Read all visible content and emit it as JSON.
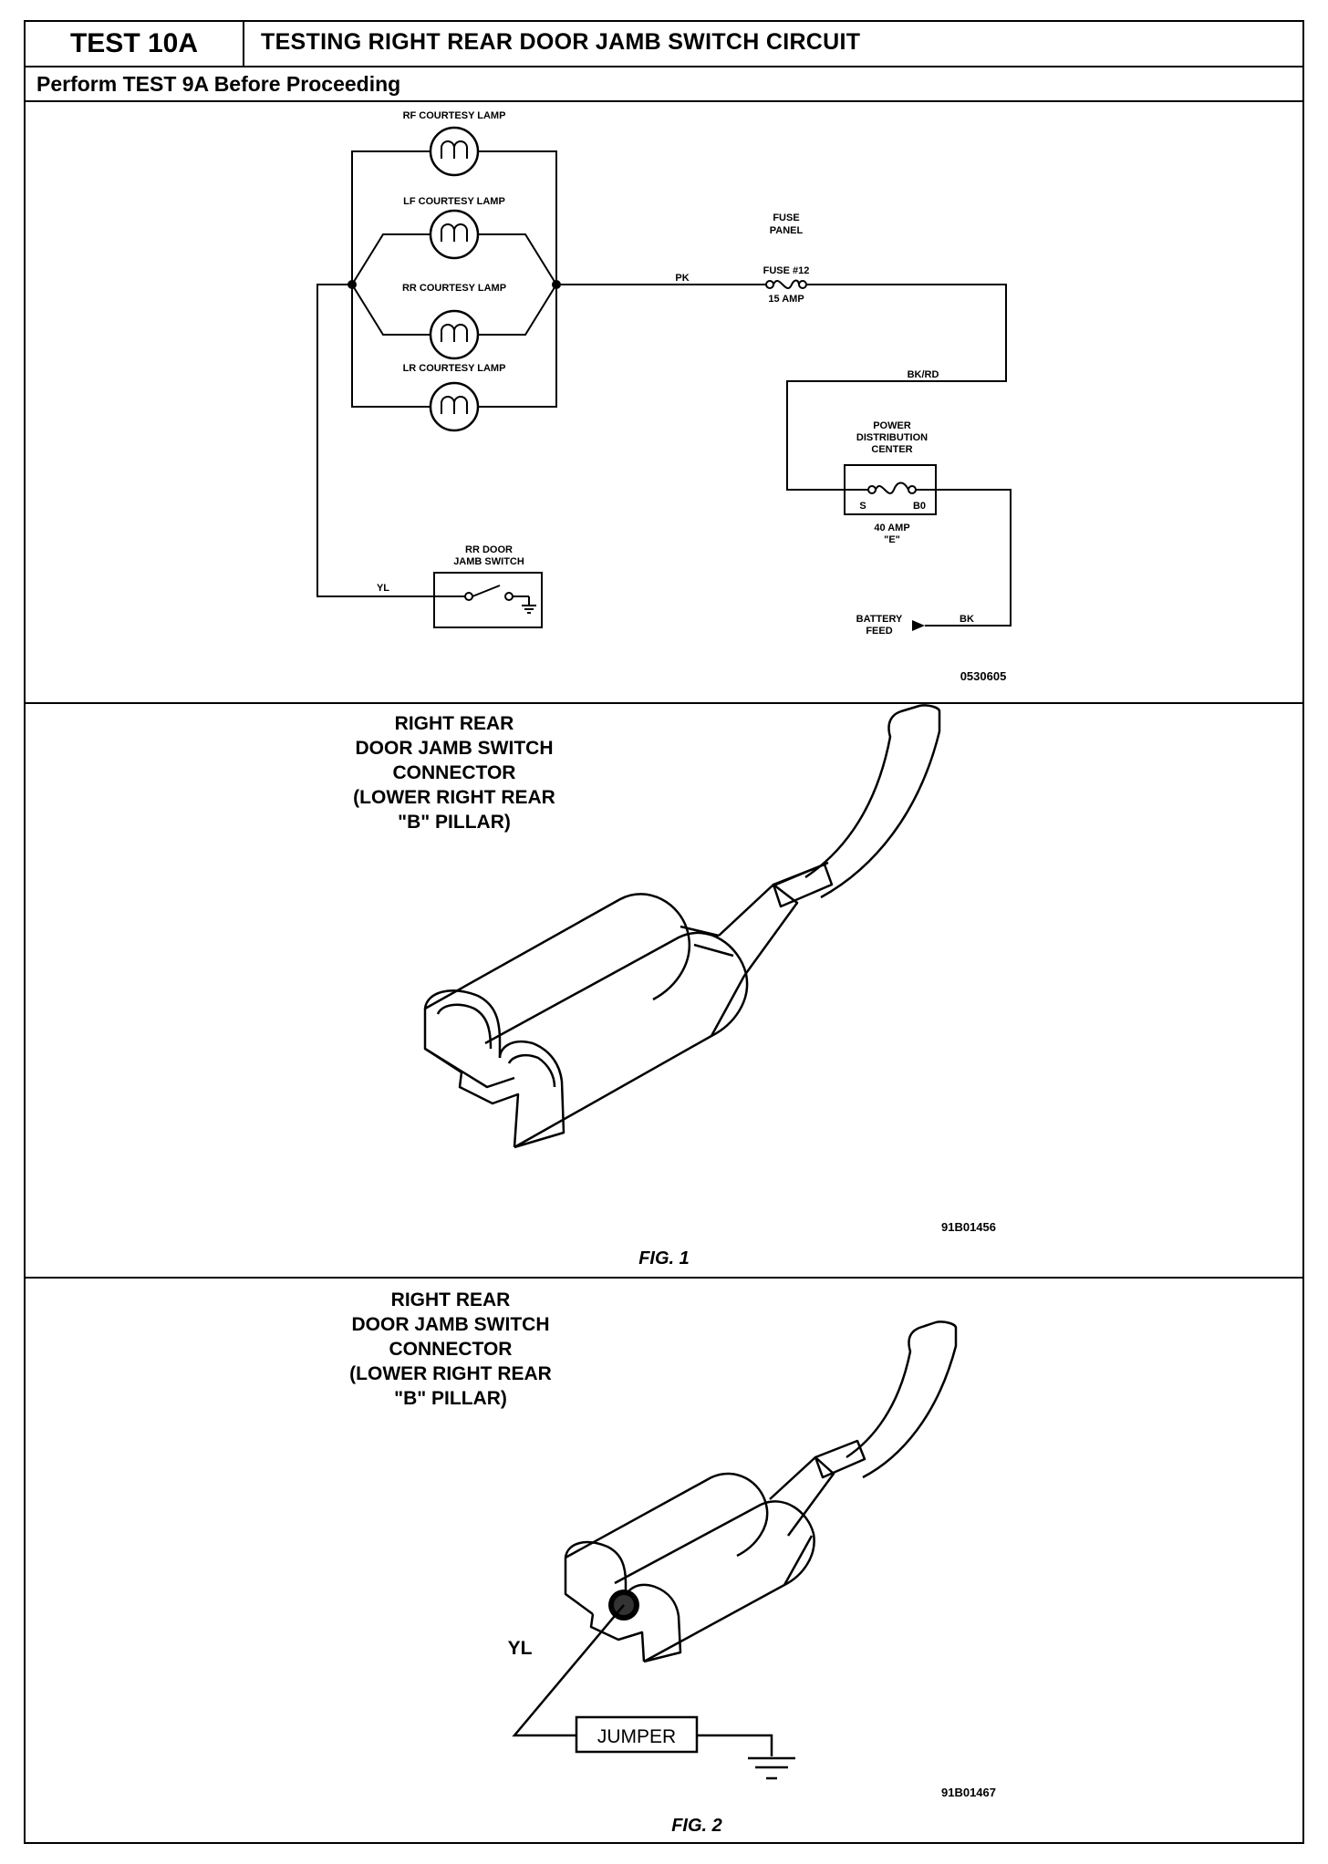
{
  "header": {
    "test_id": "TEST 10A",
    "title": "TESTING RIGHT REAR DOOR JAMB SWITCH CIRCUIT"
  },
  "subheader": "Perform TEST 9A Before Proceeding",
  "schematic": {
    "lamps": [
      "RF COURTESY LAMP",
      "LF COURTESY LAMP",
      "RR COURTESY LAMP",
      "LR COURTESY LAMP"
    ],
    "fuse_panel_label": [
      "FUSE",
      "PANEL"
    ],
    "fuse_id": "FUSE #12",
    "fuse_rating": "15 AMP",
    "wire_pk": "PK",
    "wire_bkrd": "BK/RD",
    "wire_yl": "YL",
    "wire_bk": "BK",
    "pdc_label": [
      "POWER",
      "DISTRIBUTION",
      "CENTER"
    ],
    "pdc_terminal_left": "S",
    "pdc_terminal_right": "B0",
    "pdc_fuse_rating": "40 AMP",
    "pdc_fuse_id": "\"E\"",
    "switch_label": [
      "RR DOOR",
      "JAMB SWITCH"
    ],
    "battery_label": [
      "BATTERY",
      "FEED"
    ],
    "image_code": "0530605"
  },
  "fig1": {
    "caption": [
      "RIGHT REAR",
      "DOOR JAMB SWITCH",
      "CONNECTOR",
      "(LOWER RIGHT REAR",
      "\"B\" PILLAR)"
    ],
    "image_code": "91B01456",
    "label": "FIG. 1"
  },
  "fig2": {
    "caption": [
      "RIGHT REAR",
      "DOOR JAMB SWITCH",
      "CONNECTOR",
      "(LOWER RIGHT REAR",
      "\"B\" PILLAR)"
    ],
    "wire_label": "YL",
    "jumper_label": "JUMPER",
    "image_code": "91B01467",
    "label": "FIG. 2"
  }
}
